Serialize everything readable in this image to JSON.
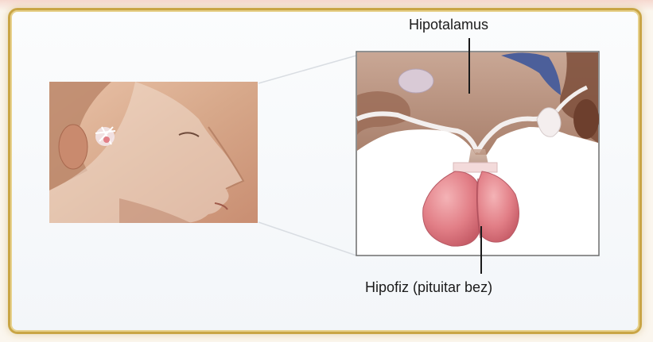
{
  "labels": {
    "top": "Hipotalamus",
    "bottom": "Hipofiz (pituitar bez)"
  },
  "colors": {
    "frame": "#c9a545",
    "gland": "#e7868d",
    "stalk": "#f3dada",
    "tissue": "#8a5a45"
  },
  "icons": [
    "head-profile-illustration",
    "pituitary-gland-illustration"
  ]
}
